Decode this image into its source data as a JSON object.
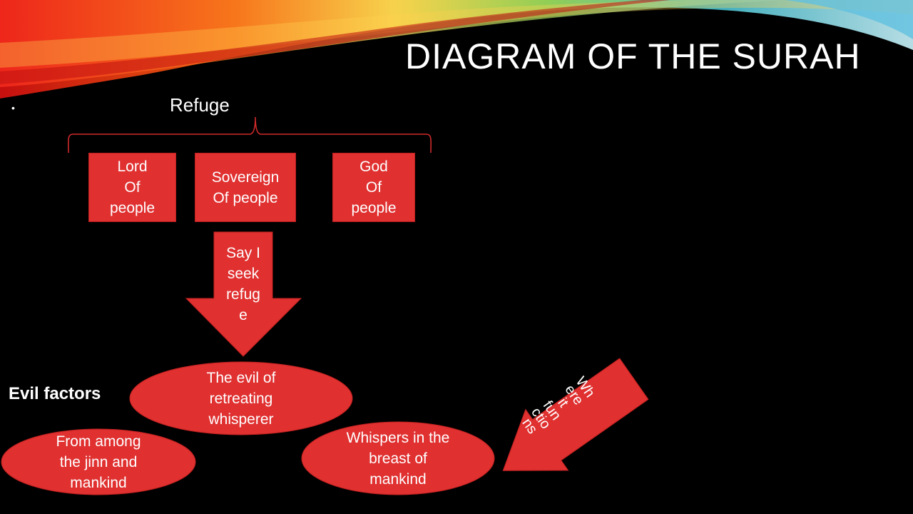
{
  "slide": {
    "title": "DIAGRAM OF THE SURAH",
    "bullet": "•",
    "refuge": "Refuge",
    "evil_factors": "Evil factors"
  },
  "boxes": {
    "lord": [
      "Lord",
      "Of",
      "people"
    ],
    "sovereign": [
      "Sovereign",
      "Of people"
    ],
    "god": [
      "God",
      "Of",
      "people"
    ]
  },
  "arrows": {
    "down": [
      "Say I",
      "seek",
      "refug",
      "e"
    ],
    "side": [
      "Wh",
      "ere",
      "it",
      "fun",
      "ctio",
      "ns"
    ]
  },
  "ellipses": {
    "evil": [
      "The evil of",
      "retreating",
      "whisperer"
    ],
    "jinn": [
      "From among",
      "the jinn and",
      "mankind"
    ],
    "breast": [
      "Whispers in the",
      "breast of",
      "mankind"
    ]
  },
  "colors": {
    "shape_fill": "#e03030",
    "brace": "#d02a2a",
    "background": "#000000"
  }
}
